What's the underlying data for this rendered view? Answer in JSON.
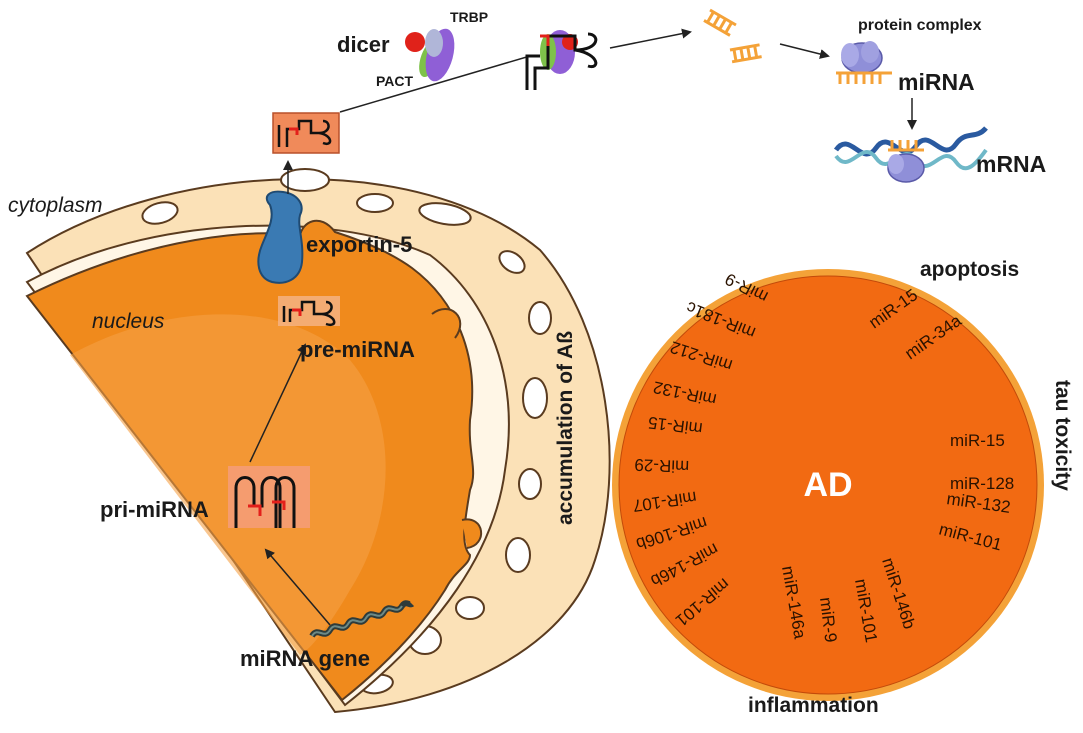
{
  "cell": {
    "cytoplasm_label": "cytoplasm",
    "nucleus_label": "nucleus",
    "exportin_label": "exportin-5",
    "pre_mirna_label": "pre-miRNA",
    "pri_mirna_label": "pri-miRNA",
    "gene_label": "miRNA gene"
  },
  "processing": {
    "dicer_label": "dicer",
    "trbp_label": "TRBP",
    "pact_label": "PACT",
    "protein_complex_label": "protein complex",
    "mirna_label": "miRNA",
    "mrna_label": "mRNA"
  },
  "ad_wheel": {
    "center_label": "AD",
    "categories": {
      "apoptosis": "apoptosis",
      "tau": "tau toxicity",
      "inflammation": "inflammation",
      "abeta": "accumulation of Aß"
    },
    "apoptosis_mirs": [
      "miR-15",
      "miR-34a"
    ],
    "tau_mirs": [
      "miR-15",
      "miR-128",
      "miR-132",
      "miR-101"
    ],
    "inflammation_mirs": [
      "miR-146a",
      "miR-9",
      "miR-101",
      "miR-146b"
    ],
    "abeta_mirs": [
      "miR-9",
      "miR-181c",
      "miR-212",
      "miR-132",
      "miR-15",
      "miR-29",
      "miR-107",
      "miR-106b",
      "miR-146b",
      "miR-101"
    ]
  },
  "colors": {
    "nucleus": "#f08a1c",
    "nucleus_light": "#f5a044",
    "cytoplasm": "#fbe1b7",
    "envelope": "#f6c36c",
    "wheel": "#f26a12",
    "wheel_rim": "#f4a238",
    "exportin": "#3a7ab3",
    "hairpin_red": "#e3201b"
  }
}
